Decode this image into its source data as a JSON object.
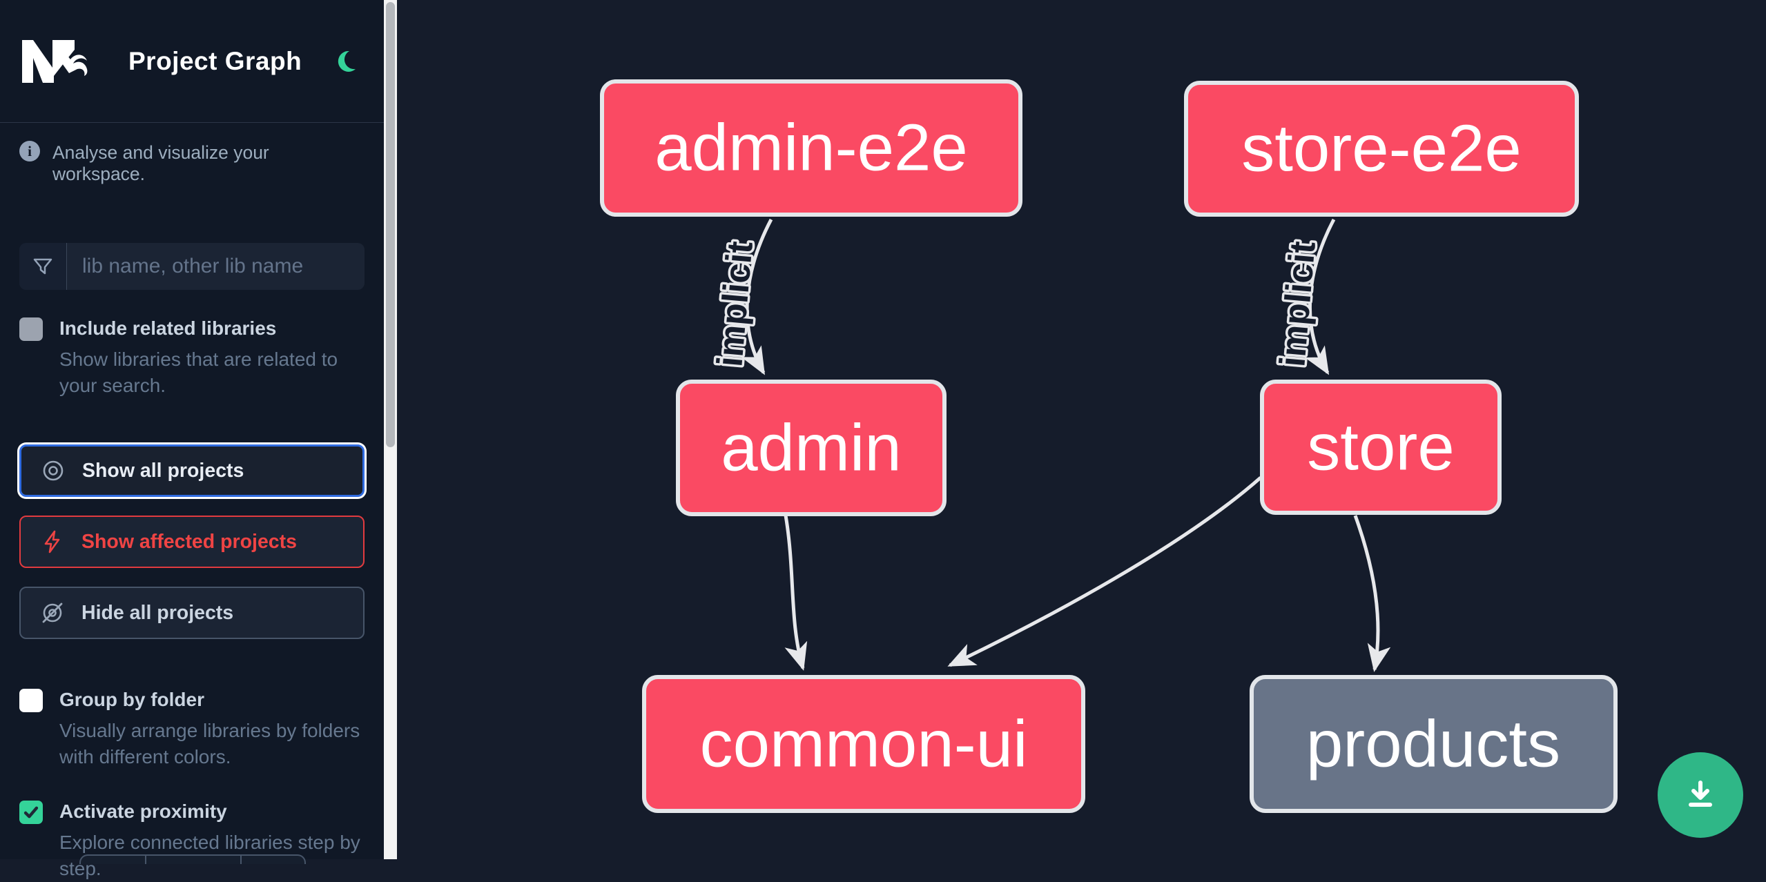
{
  "header": {
    "logo": "Nx",
    "title": "Project Graph",
    "theme_icon": "moon-icon"
  },
  "sidebar": {
    "tagline": "Analyse and visualize your workspace.",
    "search": {
      "icon": "filter-funnel-icon",
      "placeholder": "lib name, other lib name",
      "value": ""
    },
    "checkboxes": [
      {
        "label": "Include related libraries",
        "description": "Show libraries that are related to your search.",
        "checked": false,
        "style": "disabled-gray"
      },
      {
        "label": "Group by folder",
        "description": "Visually arrange libraries by folders with different colors.",
        "checked": false,
        "style": "white"
      },
      {
        "label": "Activate proximity",
        "description": "Explore connected libraries step by step.",
        "checked": true,
        "style": "green"
      }
    ],
    "buttons": [
      {
        "label": "Show all projects",
        "icon": "eye-icon",
        "state": "focused"
      },
      {
        "label": "Show affected projects",
        "icon": "bolt-icon",
        "state": "affected"
      },
      {
        "label": "Hide all projects",
        "icon": "eye-off-icon",
        "state": "default"
      }
    ]
  },
  "graph": {
    "nodes": [
      {
        "id": "admin-e2e",
        "label": "admin-e2e",
        "color": "#fa4a63"
      },
      {
        "id": "store-e2e",
        "label": "store-e2e",
        "color": "#fa4a63"
      },
      {
        "id": "admin",
        "label": "admin",
        "color": "#fa4a63"
      },
      {
        "id": "store",
        "label": "store",
        "color": "#fa4a63"
      },
      {
        "id": "common-ui",
        "label": "common-ui",
        "color": "#fa4a63"
      },
      {
        "id": "products",
        "label": "products",
        "color": "#687488"
      }
    ],
    "edges": [
      {
        "from": "admin-e2e",
        "to": "admin",
        "label": "implicit"
      },
      {
        "from": "store-e2e",
        "to": "store",
        "label": "implicit"
      },
      {
        "from": "admin",
        "to": "common-ui",
        "label": ""
      },
      {
        "from": "store",
        "to": "common-ui",
        "label": ""
      },
      {
        "from": "store",
        "to": "products",
        "label": ""
      }
    ]
  },
  "fab": {
    "icon": "download-icon"
  },
  "colors": {
    "sidebar_bg": "#101826",
    "canvas_bg": "#151c2b",
    "node_pink": "#fa4a63",
    "node_gray": "#687488",
    "node_border": "#e3e6ea",
    "edge": "#e7e8eb",
    "accent_green": "#34d399",
    "fab_green": "#2fb787",
    "focus_blue": "#2f6be0",
    "affected_red": "#ef4444"
  }
}
